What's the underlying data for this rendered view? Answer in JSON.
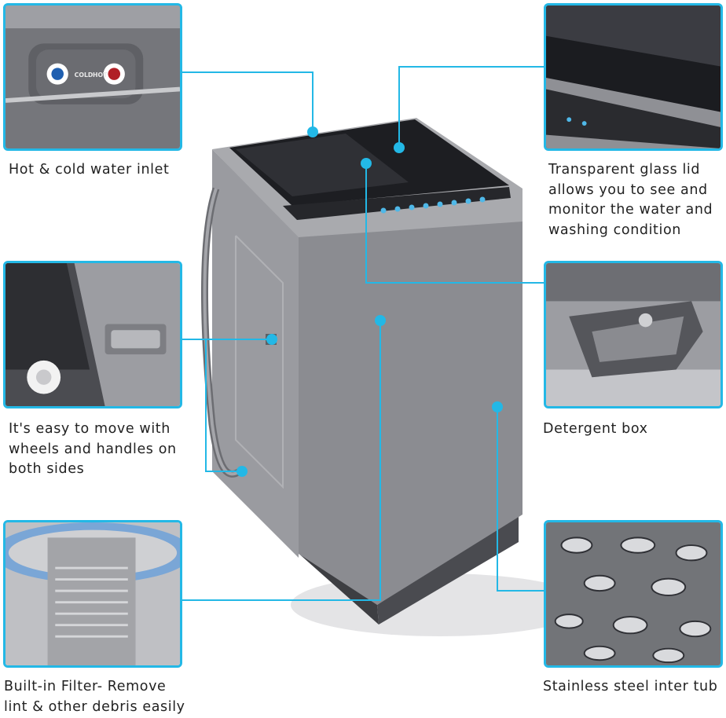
{
  "captions": {
    "hot_cold_inlet": "Hot & cold water inlet",
    "glass_lid": "Transparent glass lid\nallows you to see and\nmonitor the water and\nwashing condition",
    "wheels_handles": "It's easy to move with\nwheels and handles on\nboth sides",
    "detergent_box": "Detergent box",
    "filter": "Built-in Filter- Remove\nlint & other debris easily",
    "steel_tub": "Stainless steel inter tub"
  },
  "inlet_panel": {
    "label_left": "COLD",
    "label_right": "HOT"
  },
  "colors": {
    "accent": "#23b8e6",
    "washer_body": "#8c8d92",
    "washer_dark": "#2a2b2f"
  }
}
